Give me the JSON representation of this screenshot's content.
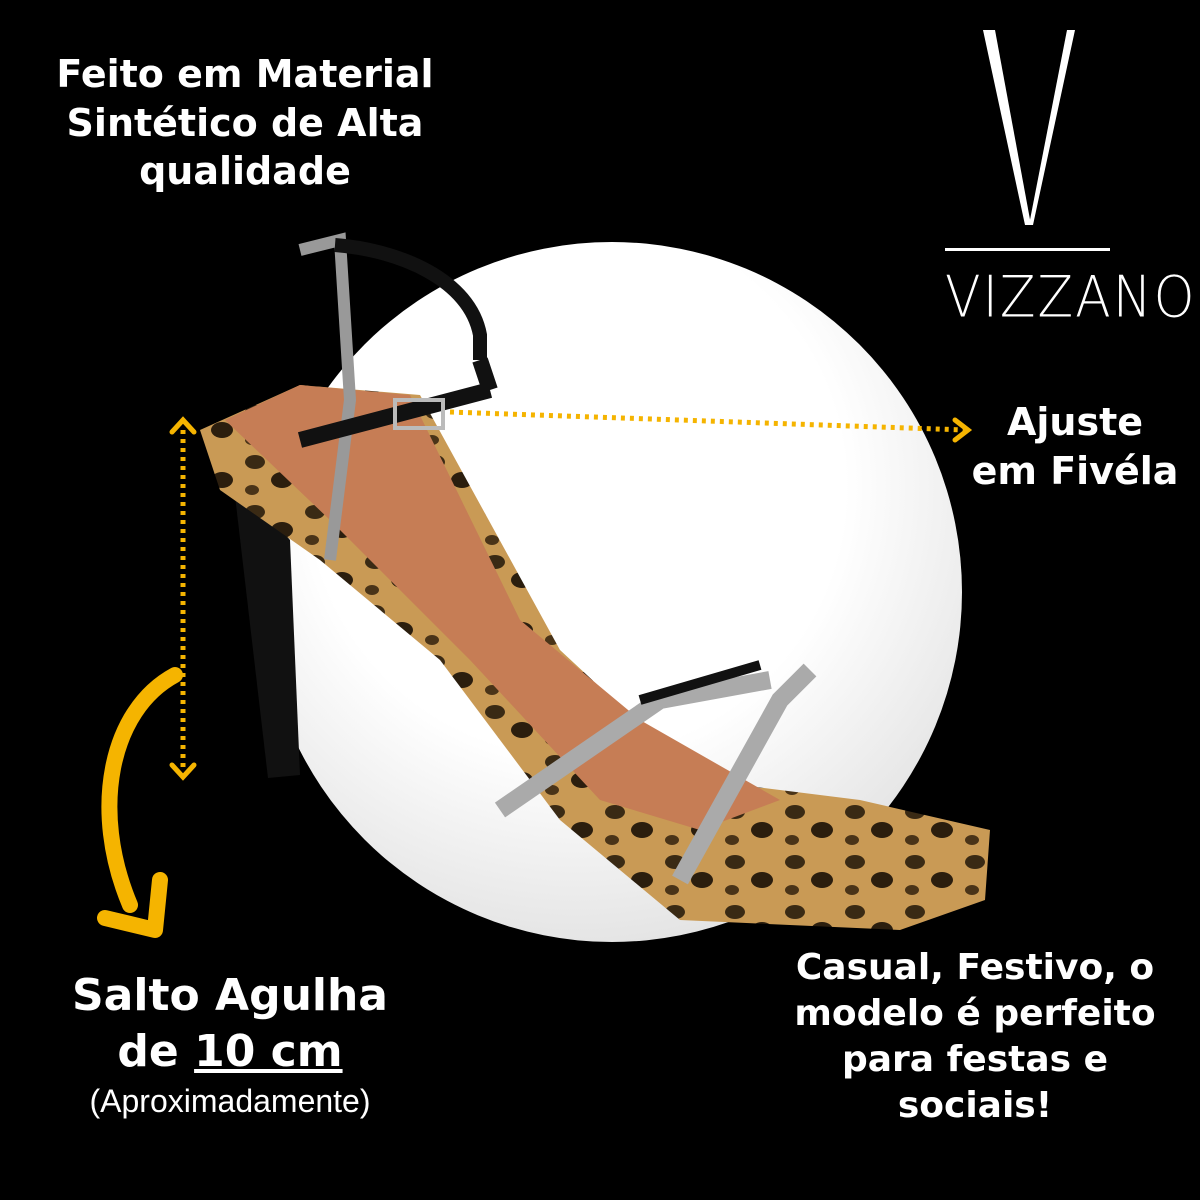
{
  "brand": {
    "name": "VIZZANO",
    "monogram": "V"
  },
  "features": {
    "material": [
      "Feito em Material",
      "Sintético de Alta",
      "qualidade"
    ],
    "buckle": [
      "Ajuste",
      "em Fivéla"
    ],
    "heel_line1": "Salto Agulha",
    "heel_prefix": "de ",
    "heel_value": "10 cm",
    "heel_note": "(Aproximadamente)",
    "occasion": [
      "Casual, Festivo, o",
      "modelo é perfeito",
      "para festas e",
      "sociais!"
    ]
  },
  "colors": {
    "accent": "#F5B400",
    "background": "#000000",
    "text": "#FFFFFF"
  }
}
